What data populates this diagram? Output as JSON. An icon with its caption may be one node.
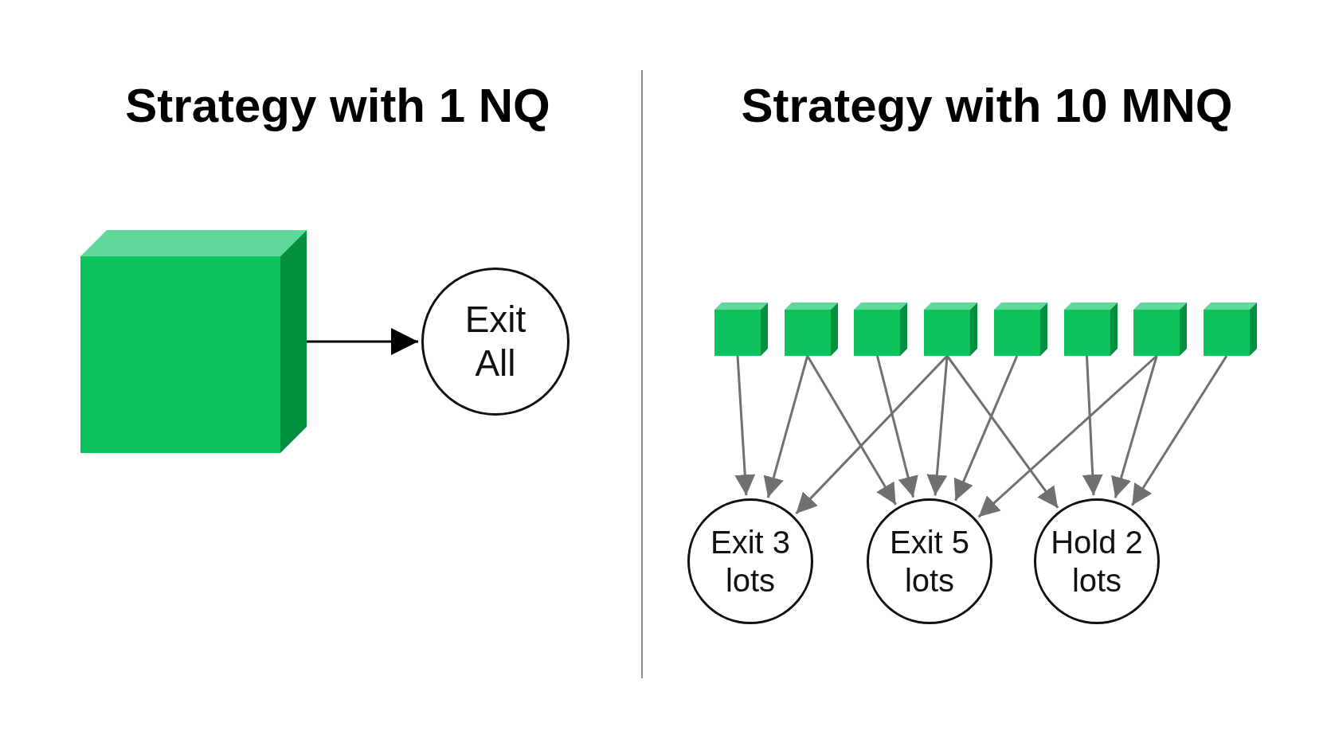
{
  "diagram": {
    "nodes": [
      {
        "text": [],
        "shape": "box"
      },
      {
        "text": [
          "Exit All"
        ]
      },
      {
        "text": [],
        "shape": "box"
      },
      {
        "text": [],
        "shape": "box"
      },
      {
        "text": [],
        "shape": "box"
      },
      {
        "text": [],
        "shape": "box"
      },
      {
        "text": [],
        "shape": "box"
      },
      {
        "text": [],
        "shape": "box"
      },
      {
        "text": [],
        "shape": "box"
      },
      {
        "text": [],
        "shape": "box"
      },
      {
        "text": [
          "Exit 3 lots"
        ]
      },
      {
        "text": [
          "Exit 5 lots"
        ]
      },
      {
        "text": [
          "Hold 2 lots"
        ]
      }
    ],
    "edges": [
      {
        "from": 0,
        "to": 1,
        "arrow": "to",
        "color": "#000000"
      },
      {
        "from": 2,
        "to": 10,
        "arrow": "to"
      },
      {
        "from": 3,
        "to": 10,
        "arrow": "to"
      },
      {
        "from": 3,
        "to": 11,
        "arrow": "to"
      },
      {
        "from": 4,
        "to": 11,
        "arrow": "to"
      },
      {
        "from": 5,
        "to": 10,
        "arrow": "to"
      },
      {
        "from": 5,
        "to": 11,
        "arrow": "to"
      },
      {
        "from": 5,
        "to": 12,
        "arrow": "to"
      },
      {
        "from": 6,
        "to": 11,
        "arrow": "to"
      },
      {
        "from": 7,
        "to": 12,
        "arrow": "to"
      },
      {
        "from": 8,
        "to": 11,
        "arrow": "to"
      },
      {
        "from": 8,
        "to": 12,
        "arrow": "to"
      },
      {
        "from": 9,
        "to": 12,
        "arrow": "to"
      }
    ],
    "labels": [
      "Strategy with 1 NQ",
      "Strategy with 10 MNQ"
    ]
  }
}
